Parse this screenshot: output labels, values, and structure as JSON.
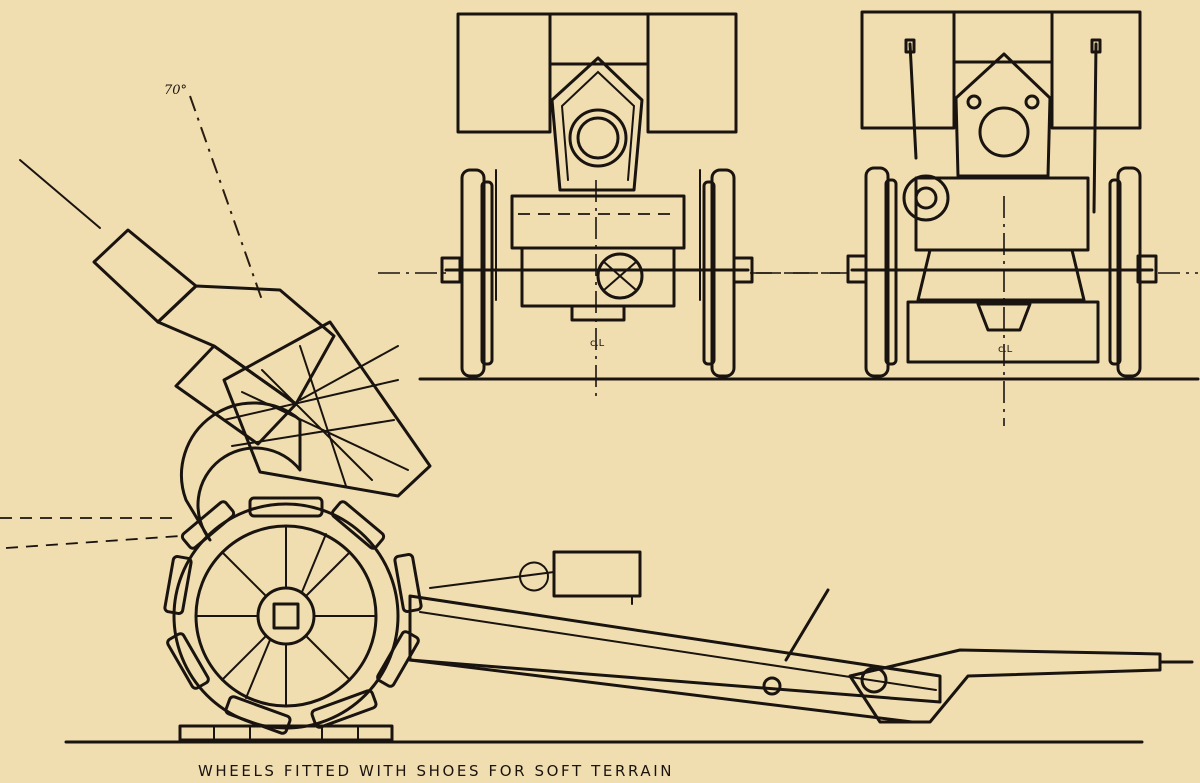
{
  "drawing": {
    "caption": "WHEELS FITTED WITH SHOES FOR SOFT TERRAIN",
    "elevation_mark": "70°",
    "centre_mark_front": "c.L",
    "centre_mark_rear": "c.L"
  },
  "colors": {
    "paper": "#f1deb0",
    "ink": "#1a1410"
  },
  "views": [
    "side-elevation",
    "front-elevation",
    "rear-elevation"
  ]
}
